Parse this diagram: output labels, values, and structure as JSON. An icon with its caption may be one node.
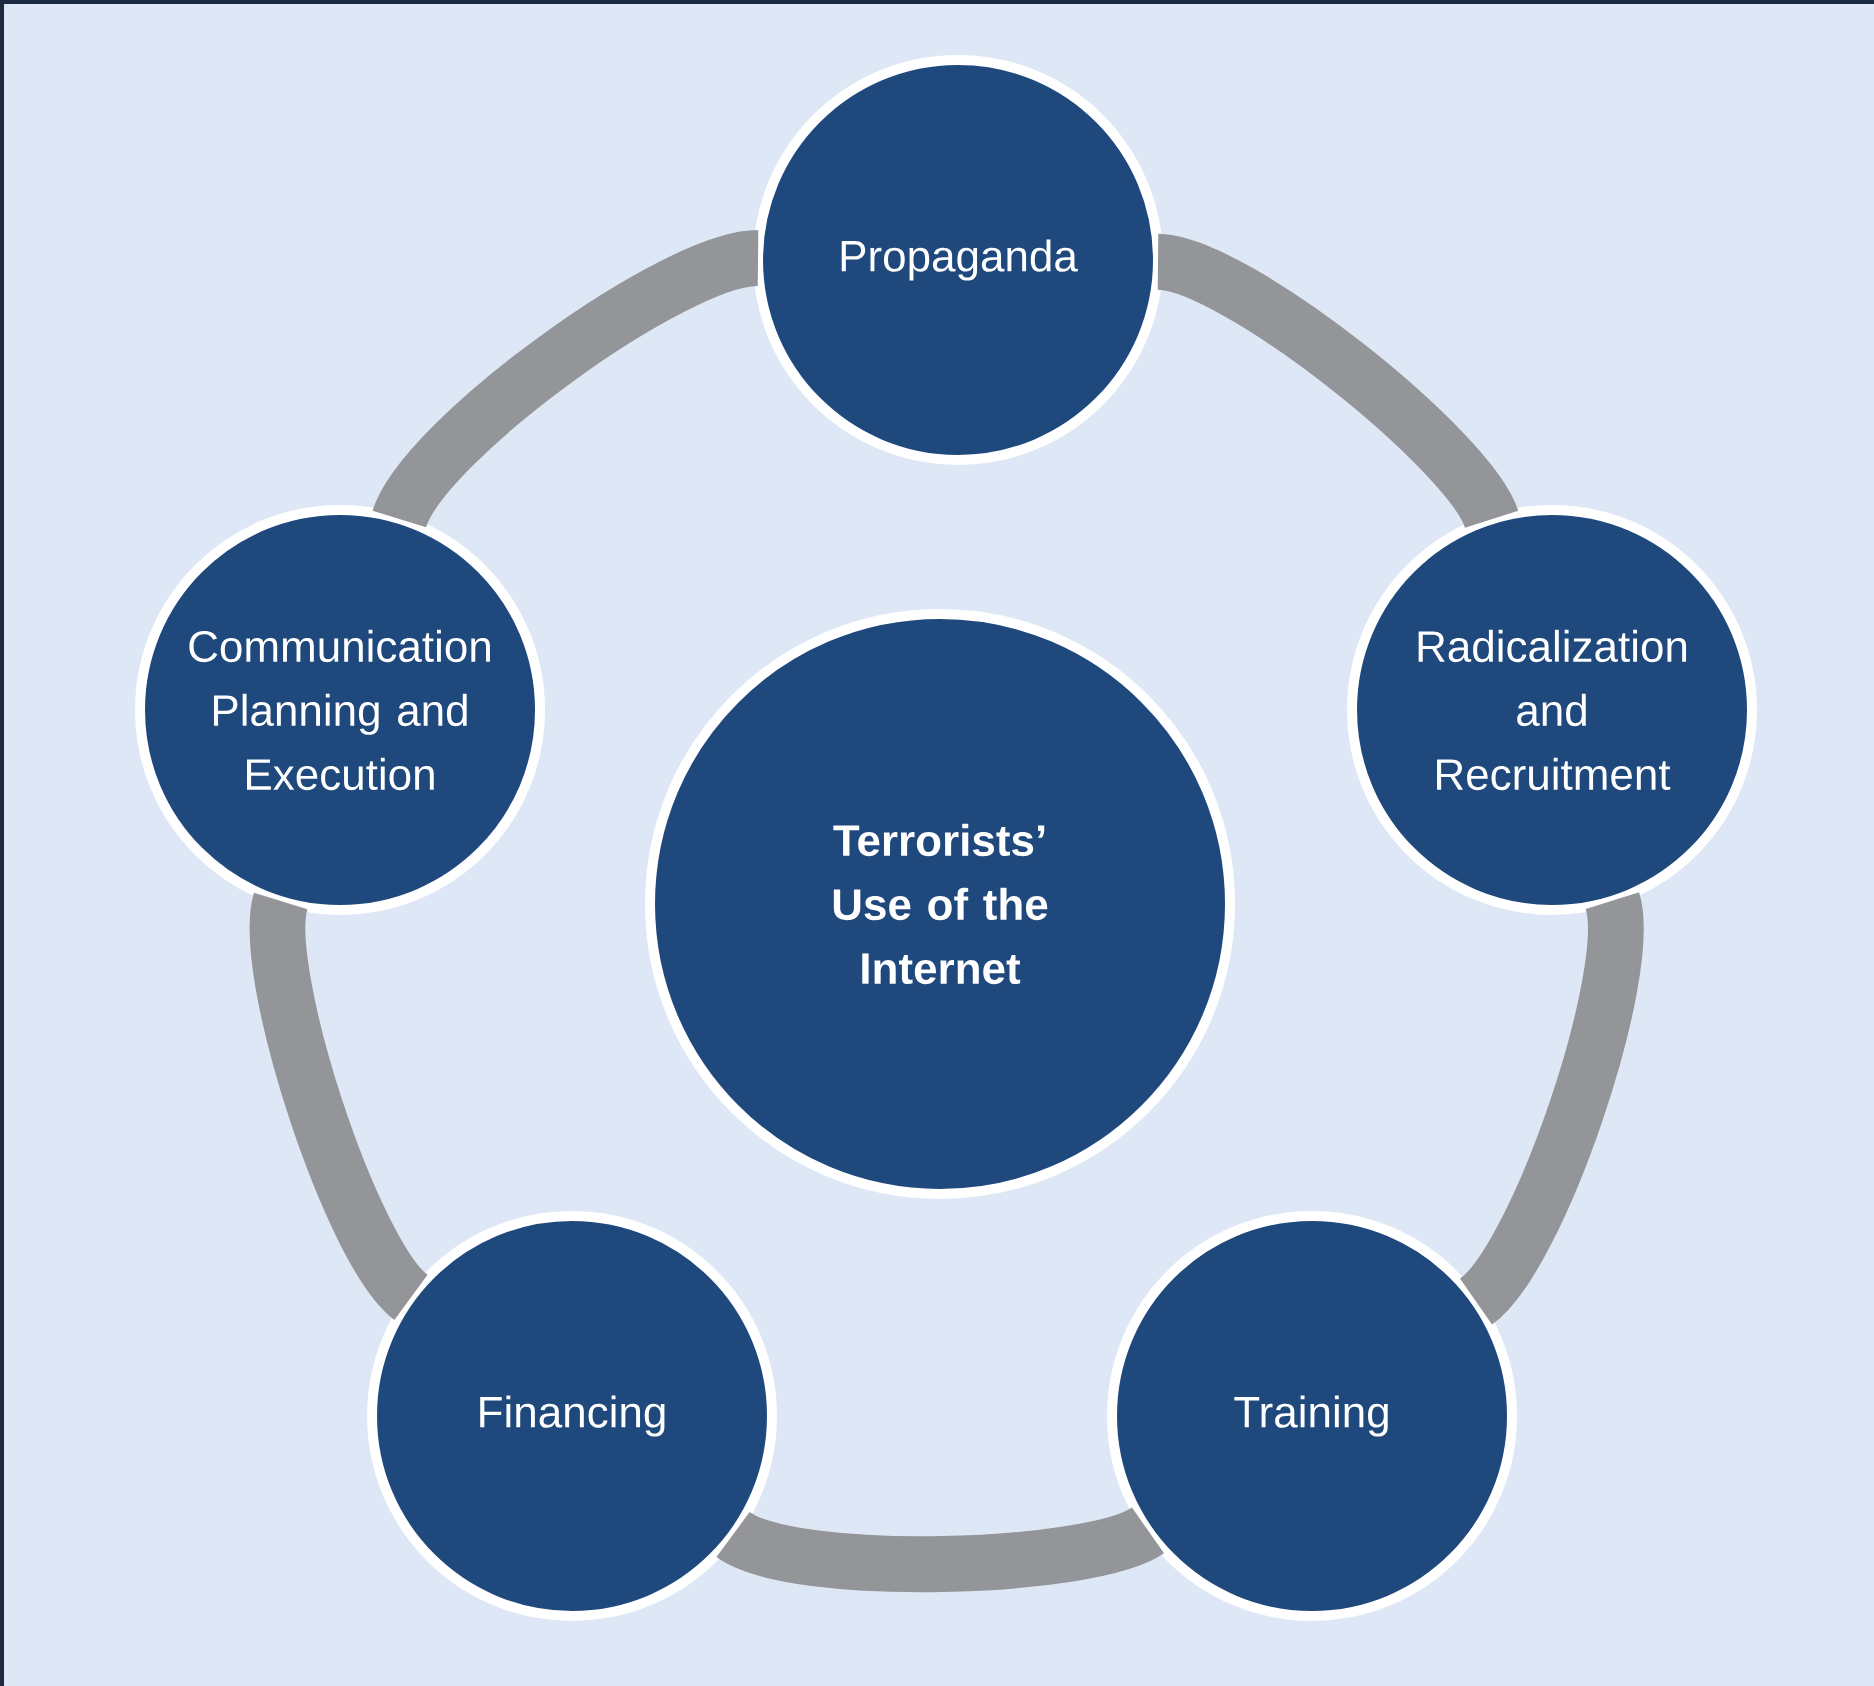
{
  "diagram": {
    "nodes": [
      {
        "text": [
          "Terrorists’ Use of the Internet"
        ]
      },
      {
        "text": [
          "Propaganda"
        ]
      },
      {
        "text": [
          "Radicalization and Recruitment"
        ]
      },
      {
        "text": [
          "Training"
        ]
      },
      {
        "text": [
          "Financing"
        ]
      },
      {
        "text": [
          "Communication Planning and Execution"
        ]
      }
    ],
    "edges": [
      {
        "from": 1,
        "to": 2,
        "arrow": "none"
      },
      {
        "from": 2,
        "to": 3,
        "arrow": "none"
      },
      {
        "from": 3,
        "to": 4,
        "arrow": "none"
      },
      {
        "from": 4,
        "to": 5,
        "arrow": "none"
      },
      {
        "from": 5,
        "to": 1,
        "arrow": "none"
      }
    ]
  }
}
